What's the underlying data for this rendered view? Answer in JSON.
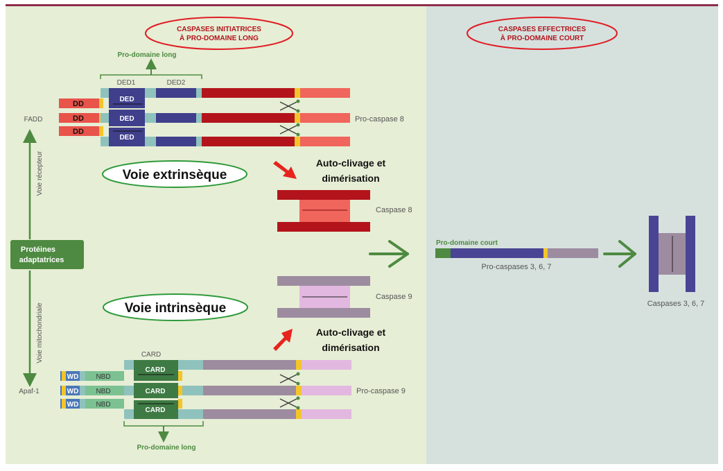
{
  "headers": {
    "initiator": [
      "CASPASES INITIATRICES",
      "À PRO-DOMAINE LONG"
    ],
    "effector": [
      "CASPASES EFFECTRICES",
      "À PRO-DOMAINE COURT"
    ]
  },
  "extrinsic": {
    "pro_domain_label": "Pro-domaine long",
    "ded1": "DED1",
    "ded2": "DED2",
    "dd_label": "DD",
    "ded_label": "DED",
    "fadd": "FADD",
    "pro_caspase": "Pro-caspase 8",
    "voie": "Voie extrinsèque",
    "auto_line1": "Auto-clivage et",
    "auto_line2": "dimérisation",
    "caspase": "Caspase 8"
  },
  "intrinsic": {
    "voie": "Voie intrinsèque",
    "caspase": "Caspase 9",
    "auto_line1": "Auto-clivage et",
    "auto_line2": "dimérisation",
    "card_top": "CARD",
    "card_label": "CARD",
    "wd": "WD",
    "nbd": "NBD",
    "apaf": "Apaf-1",
    "pro_caspase": "Pro-caspase 9",
    "pro_domain_label": "Pro-domaine long"
  },
  "adapters": {
    "line1": "Protéines",
    "line2": "adaptatrices",
    "voie_receptor": "Voie récepteur",
    "voie_mito": "Voie mitochondriale"
  },
  "effector": {
    "pro_domain_court": "Pro-domaine court",
    "pro_caspases": "Pro-caspases 3, 6, 7",
    "caspases": "Caspases 3, 6, 7"
  },
  "colors": {
    "left_panel": "#e6eed5",
    "right_panel": "#d6e1de",
    "top_border": "#8f2c4c",
    "green": "#4e8a41",
    "dd_red": "#e8534a",
    "ded_blue": "#3f3f8c",
    "casp8_dark": "#b3141c",
    "casp8_light": "#f0655c",
    "casp9_mauve": "#9d8ca0",
    "casp9_pink": "#e2b8e0",
    "card_green": "#3e7a44",
    "teal": "#8fc2bd",
    "yellow": "#f4c52a",
    "wd_blue": "#4a77b7",
    "nbd_green": "#7cc191",
    "ellipse_red": "#e11d25",
    "ellipse_green": "#2e9a3a",
    "pointer_red": "#e7231e",
    "purple": "#4a4494"
  }
}
